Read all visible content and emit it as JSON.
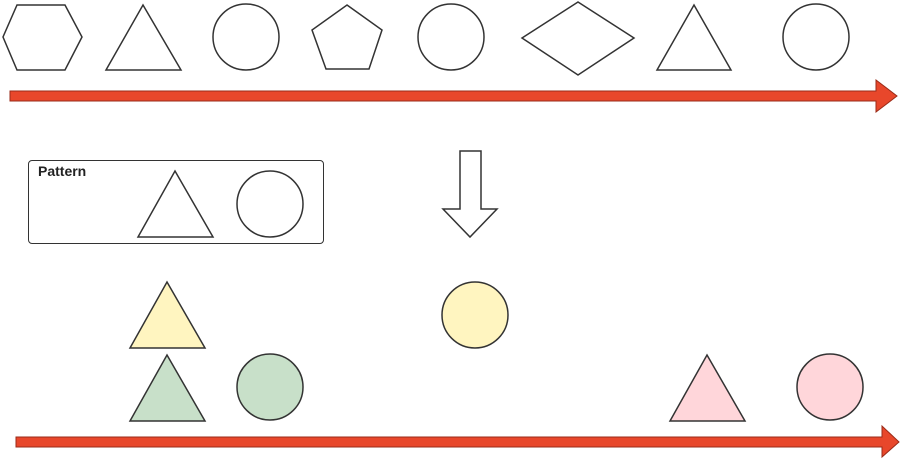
{
  "pattern_box": {
    "label": "Pattern",
    "shapes": [
      "triangle",
      "circle"
    ]
  },
  "input_sequence": {
    "shapes": [
      "hexagon",
      "triangle",
      "circle",
      "pentagon",
      "circle",
      "diamond",
      "triangle",
      "circle"
    ],
    "arrow_color": "#e8472b"
  },
  "process_arrow": {
    "direction": "down",
    "style": "hollow"
  },
  "detected_matches": {
    "groups": [
      {
        "color_name": "yellow",
        "fill": "#fff5c0",
        "shapes": [
          "triangle",
          "circle"
        ]
      },
      {
        "color_name": "green",
        "fill": "#c8e0c9",
        "shapes": [
          "triangle",
          "circle"
        ]
      },
      {
        "color_name": "pink",
        "fill": "#ffd6da",
        "shapes": [
          "triangle",
          "circle"
        ]
      }
    ],
    "arrow_color": "#e8472b"
  },
  "colors": {
    "outline": "#333333",
    "arrow_red": "#e8472b",
    "arrow_red_edge": "#9a2b18",
    "background": "#ffffff"
  }
}
